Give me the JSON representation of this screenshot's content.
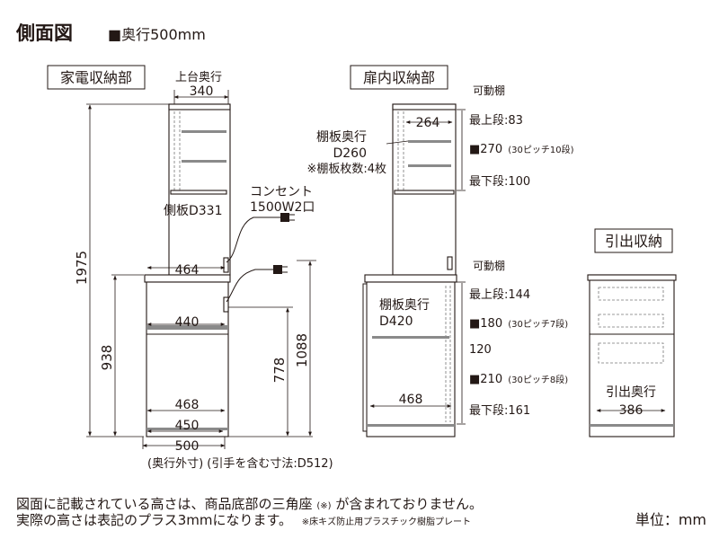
{
  "header": {
    "title": "側面図",
    "depth_note": "■奥行500mm"
  },
  "sections": {
    "kaden": "家電収納部",
    "tobira": "扉内収納部",
    "hikidashi": "引出収納"
  },
  "kaden": {
    "top_depth_label": "上台奥行",
    "top_depth": "340",
    "side_panel": "側板D331",
    "outlet_label": "コンセント",
    "outlet_spec": "1500W2口",
    "dim_464": "464",
    "dim_440": "440",
    "dim_468": "468",
    "dim_450": "450",
    "dim_500": "500",
    "total_height": "1975",
    "counter_height": "938",
    "outlet_height_low": "778",
    "outlet_height_high": "1088",
    "depth_note": "(奥行外寸) (引手を含む寸法:D512)"
  },
  "tobira": {
    "movable_upper": "可動棚",
    "upper_depth_dim": "264",
    "upper_shelf_depth_label": "棚板奥行",
    "upper_shelf_depth": "D260",
    "upper_shelf_count": "※棚板枚数:4枚",
    "upper_top": "最上段:83",
    "upper_pitch": "■270",
    "upper_pitch_note": "(30ピッチ10段)",
    "upper_bottom": "最下段:100",
    "movable_lower": "可動棚",
    "lower_shelf_depth_label": "棚板奥行",
    "lower_shelf_depth": "D420",
    "lower_dim": "468",
    "lower_top": "最上段:144",
    "lower_pitch1": "■180",
    "lower_pitch1_note": "(30ピッチ7段)",
    "lower_mid": "120",
    "lower_pitch2": "■210",
    "lower_pitch2_note": "(30ピッチ8段)",
    "lower_bottom": "最下段:161"
  },
  "hikidashi": {
    "depth_label": "引出奥行",
    "depth": "386"
  },
  "footer": {
    "note_line1_a": "図面に記載されている高さは、商品底部の三角座",
    "note_line1_mark": "(※)",
    "note_line1_b": "が含まれておりません。",
    "note_line2": "実際の高さは表記のプラス3mmになります。",
    "note_line2_small": "※床キズ防止用プラスチック樹脂プレート",
    "unit": "単位：mm"
  }
}
